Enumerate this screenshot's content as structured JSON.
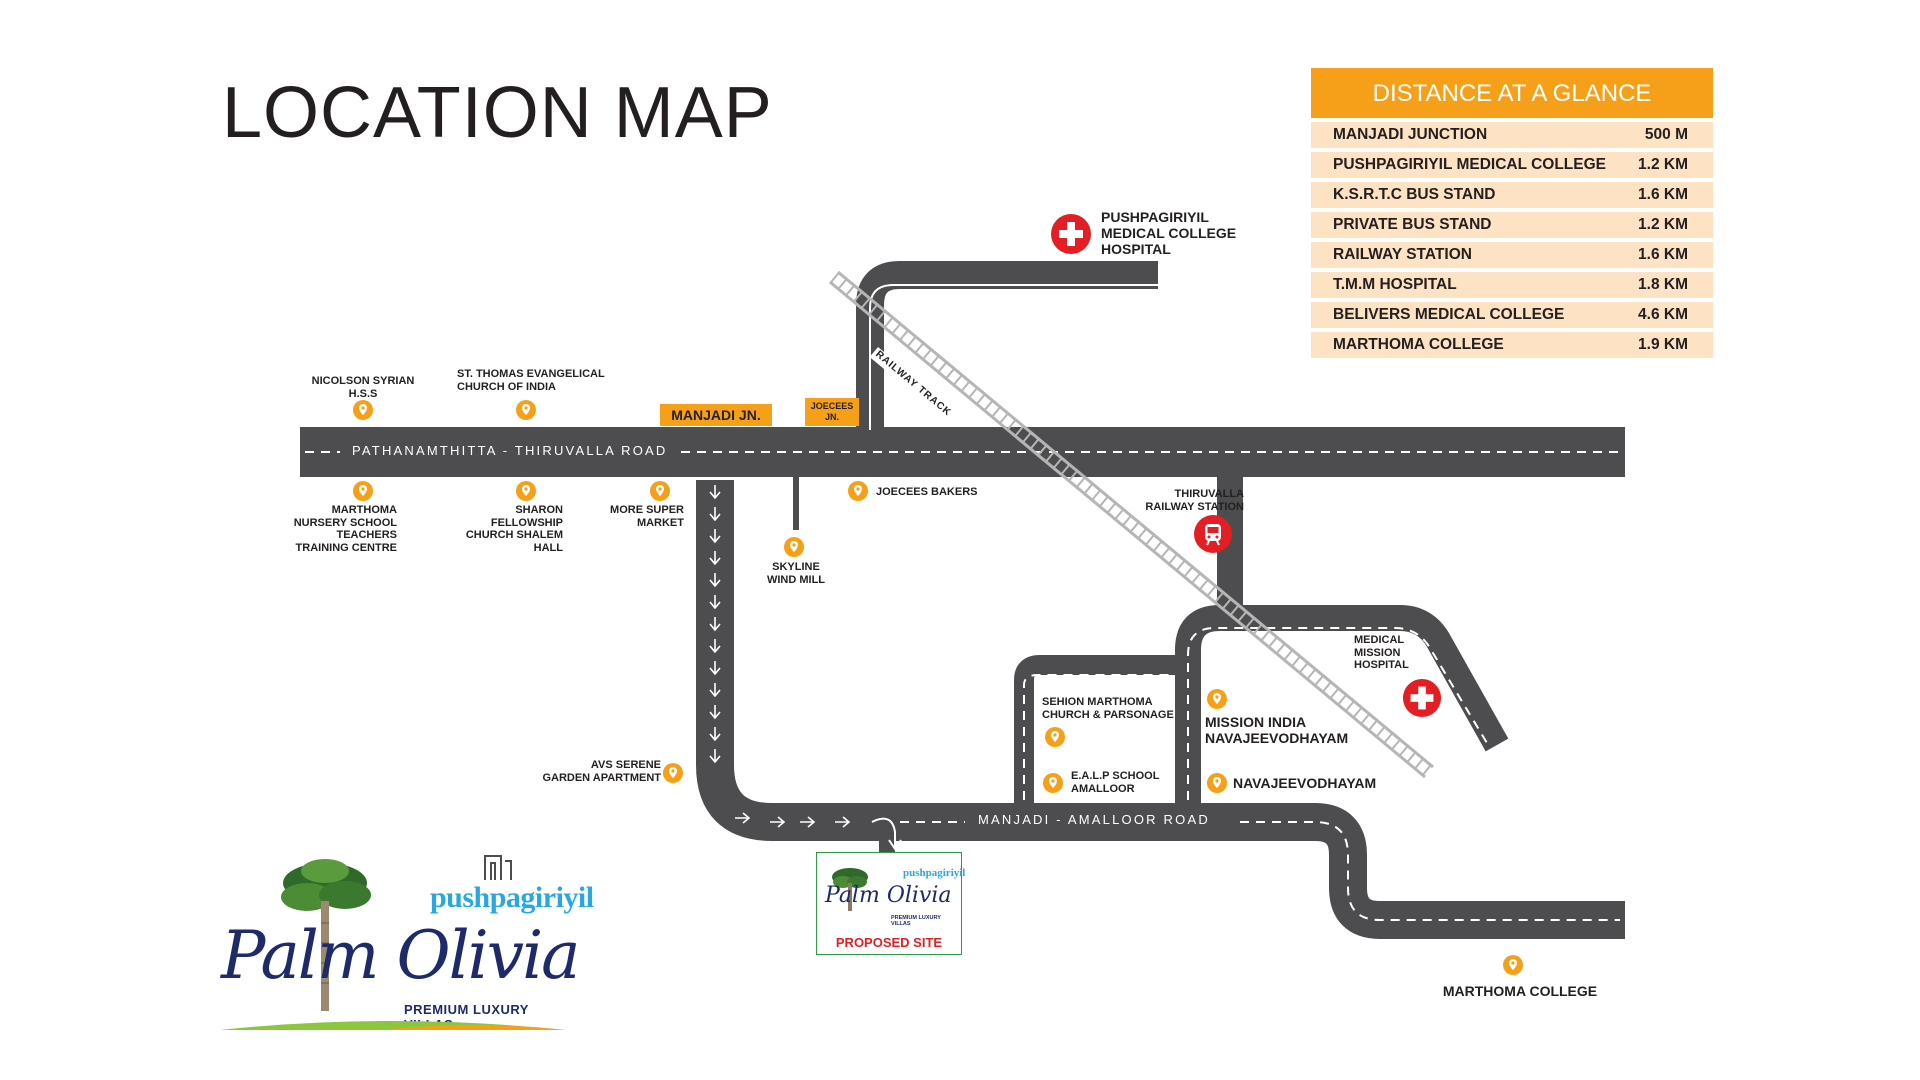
{
  "title": "LOCATION MAP",
  "colors": {
    "accent": "#f6a01a",
    "table_row": "#fde2c4",
    "road": "#4d4d4f",
    "hospital_red": "#e31e24",
    "logo_blue": "#29a8e0",
    "logo_navy": "#1f2a6b"
  },
  "distance": {
    "heading": "DISTANCE AT A GLANCE",
    "rows": [
      {
        "place": "MANJADI JUNCTION",
        "dist": "500 M"
      },
      {
        "place": "PUSHPAGIRIYIL MEDICAL COLLEGE",
        "dist": "1.2 KM"
      },
      {
        "place": "K.S.R.T.C  BUS STAND",
        "dist": "1.6 KM"
      },
      {
        "place": "PRIVATE  BUS STAND",
        "dist": "1.2 KM"
      },
      {
        "place": "RAILWAY STATION",
        "dist": "1.6 KM"
      },
      {
        "place": "T.M.M HOSPITAL",
        "dist": "1.8 KM"
      },
      {
        "place": "BELIVERS MEDICAL COLLEGE",
        "dist": "4.6 KM"
      },
      {
        "place": "MARTHOMA COLLEGE",
        "dist": "1.9 KM"
      }
    ]
  },
  "roads": {
    "main": "PATHANAMTHITTA - THIRUVALLA ROAD",
    "secondary": "MANJADI - AMALLOOR ROAD",
    "railway": "RAILWAY TRACK"
  },
  "junctions": {
    "manjadi": "MANJADI JN.",
    "joecees": "JOECEES JN."
  },
  "landmarks": {
    "nicolson": "NICOLSON SYRIAN H.S.S",
    "st_thomas": "ST. THOMAS EVANGELICAL CHURCH OF INDIA",
    "marthoma_school": "MARTHOMA NURSERY SCHOOL TEACHERS TRAINING CENTRE",
    "sharon": "SHARON FELLOWSHIP CHURCH SHALEM HALL",
    "more": "MORE SUPER MARKET",
    "joecees_bakers": "JOECEES BAKERS",
    "skyline": "SKYLINE WIND MILL",
    "pushpagiri_hospital": "PUSHPAGIRIYIL MEDICAL COLLEGE HOSPITAL",
    "railway_station": "THIRUVALLA RAILWAY STATION",
    "medical_mission": "MEDICAL MISSION HOSPITAL",
    "sehion": "SEHION MARTHOMA CHURCH & PARSONAGE",
    "ealp": "E.A.L.P SCHOOL AMALLOOR",
    "mission_india": "MISSION INDIA NAVAJEEVODHAYAM",
    "navajeevodhayam": "NAVAJEEVODHAYAM",
    "avs": "AVS SERENE GARDEN APARTMENT",
    "marthoma_college": "MARTHOMA COLLEGE"
  },
  "site": {
    "label": "PROPOSED SITE"
  },
  "logo": {
    "brand": "pushpagiriyil",
    "name": "Palm Olivia",
    "tagline": "PREMIUM LUXURY VILLAS"
  }
}
